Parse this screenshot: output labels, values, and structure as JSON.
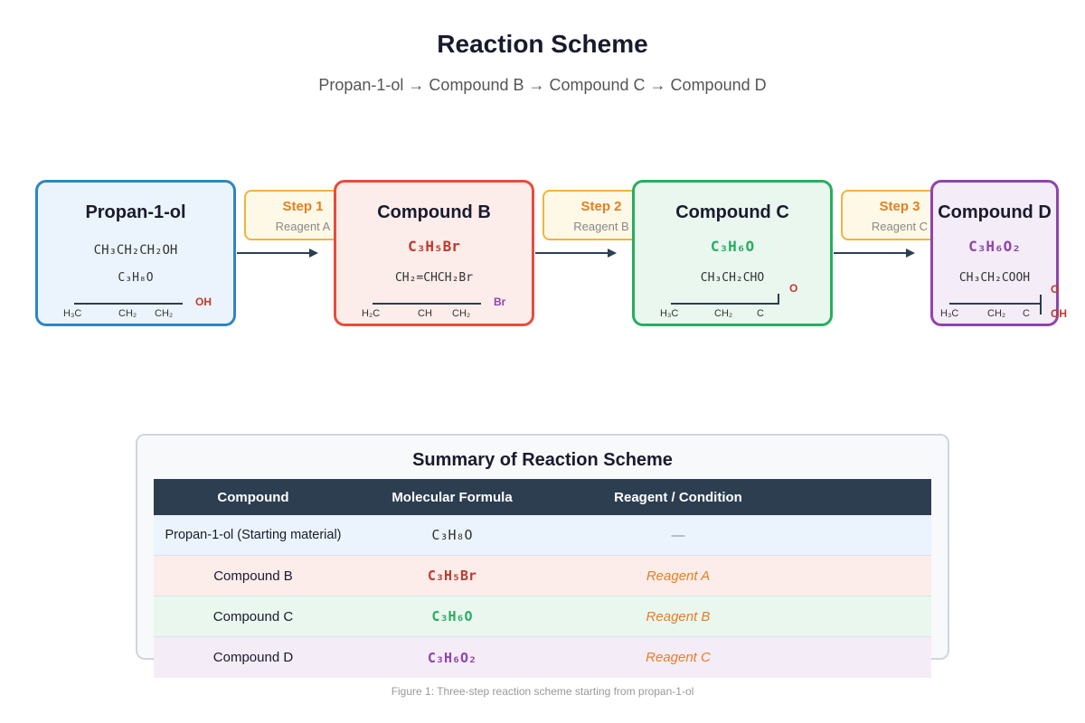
{
  "title": "Reaction Scheme",
  "subtitle": "Propan-1-ol → Compound B → Compound C → Compound D",
  "compounds": [
    {
      "name": "Propan-1-ol",
      "line1": "CH₃CH₂CH₂OH",
      "line2": "C₃H₈O",
      "atoms": [
        "H₃C",
        "CH₂",
        "CH₂"
      ],
      "hetero": "OH",
      "fill": "#ebf4fc",
      "border": "#2e86c1",
      "formula_color": "#333333"
    },
    {
      "name": "Compound B",
      "line1": "C₃H₅Br",
      "line2": "CH₂=CHCH₂Br",
      "atoms": [
        "H₂C",
        "CH",
        "CH₂"
      ],
      "hetero": "Br",
      "fill": "#fcecea",
      "border": "#e74c3c",
      "formula_color": "#c0392b"
    },
    {
      "name": "Compound C",
      "line1": "C₃H₆O",
      "line2": "CH₃CH₂CHO",
      "atoms": [
        "H₃C",
        "CH₂",
        "C"
      ],
      "hetero": "O",
      "fill": "#e9f7ef",
      "border": "#27ae60",
      "formula_color": "#27ae60"
    },
    {
      "name": "Compound D",
      "line1": "C₃H₆O₂",
      "line2": "CH₃CH₂COOH",
      "atoms": [
        "H₃C",
        "CH₂",
        "C"
      ],
      "hetero": "O",
      "hetero2": "OH",
      "fill": "#f4ecf7",
      "border": "#8e44ad",
      "formula_color": "#8e44ad"
    }
  ],
  "steps": [
    {
      "label": "Step 1",
      "reagent": "Reagent A"
    },
    {
      "label": "Step 2",
      "reagent": "Reagent B"
    },
    {
      "label": "Step 3",
      "reagent": "Reagent C"
    }
  ],
  "summary": {
    "title": "Summary of Reaction Scheme",
    "headers": [
      "Compound",
      "Molecular Formula",
      "Reagent / Condition"
    ],
    "rows": [
      {
        "compound": "Propan-1-ol (Starting material)",
        "formula": "C₃H₈O",
        "reagent": "—",
        "bg": "#ebf4fc",
        "formula_color": "#333333"
      },
      {
        "compound": "Compound B",
        "formula": "C₃H₅Br",
        "reagent": "Reagent A",
        "bg": "#fcecea",
        "formula_color": "#c0392b"
      },
      {
        "compound": "Compound C",
        "formula": "C₃H₆O",
        "reagent": "Reagent B",
        "bg": "#e9f7ef",
        "formula_color": "#27ae60"
      },
      {
        "compound": "Compound D",
        "formula": "C₃H₆O₂",
        "reagent": "Reagent C",
        "bg": "#f4ecf7",
        "formula_color": "#8e44ad"
      }
    ]
  },
  "caption": "Figure 1: Three-step reaction scheme starting from propan-1-ol",
  "colors": {
    "arrow": "#2c3e50",
    "step_text": "#e67e22",
    "header_bg": "#2c3e50",
    "hetero_o": "#c0392b",
    "hetero_br": "#8e44ad"
  }
}
